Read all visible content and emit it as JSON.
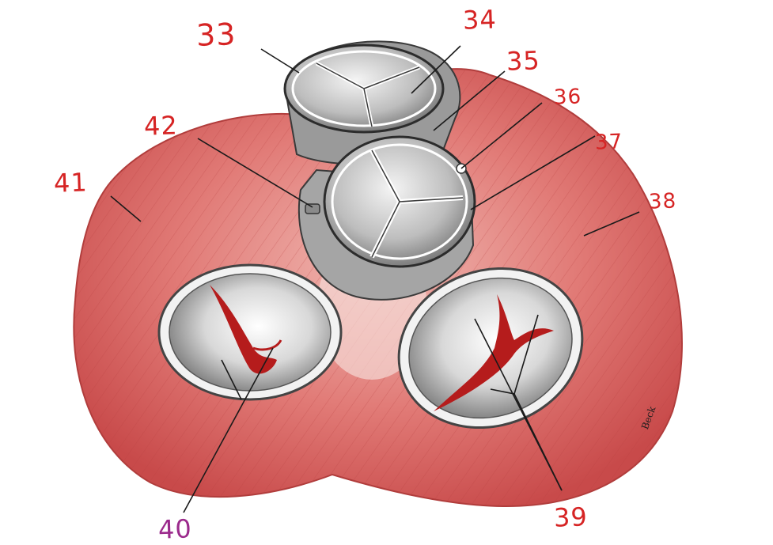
{
  "labels": {
    "l33": "33",
    "l34": "34",
    "l35": "35",
    "l36": "36",
    "l37": "37",
    "l38": "38",
    "l39": "39",
    "l40": "40",
    "l41": "41",
    "l42": "42"
  },
  "signature": "Beck",
  "colors": {
    "label_red": "#d62424",
    "label_40_purple": "#9b2a8c",
    "muscle": "#d9605f",
    "valve_gray": "#b8b8b8"
  }
}
